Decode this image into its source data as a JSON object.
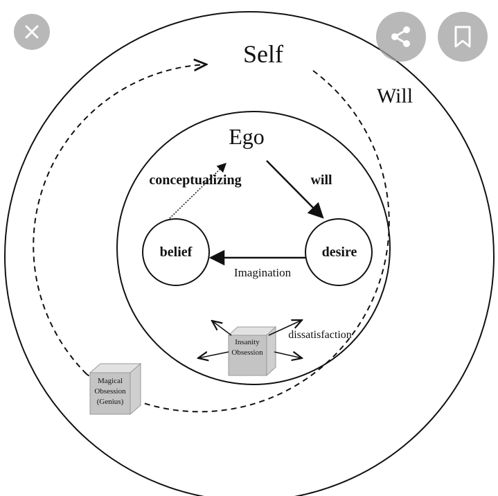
{
  "diagram": {
    "self_label": "Self",
    "will_outer_label": "Will",
    "ego_label": "Ego",
    "conceptualizing_label": "conceptualizing",
    "will_inner_label": "will",
    "belief_label": "belief",
    "desire_label": "desire",
    "imagination_label": "Imagination",
    "dissatisfaction_label": "dissatisfaction",
    "insanity_line1": "Insanity",
    "insanity_line2": "Obsession",
    "magical_line1": "Magical",
    "magical_line2": "Obsession",
    "magical_line3": "(Genius)"
  },
  "overlay": {
    "close_icon": "close-icon",
    "share_icon": "share-icon",
    "bookmark_icon": "bookmark-icon",
    "button_color": "#a0a0a0"
  }
}
